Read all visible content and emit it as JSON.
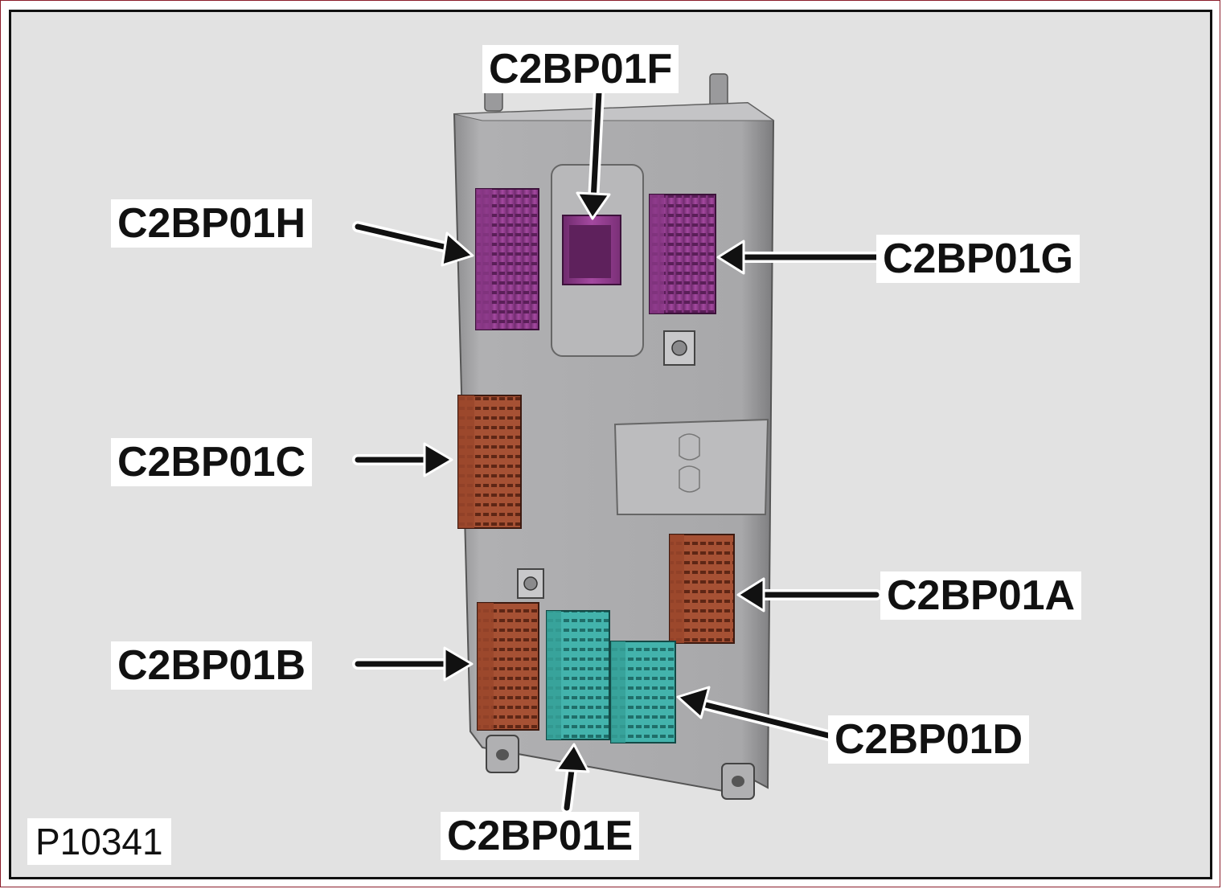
{
  "figure_id": "P10341",
  "labels": {
    "f": "C2BP01F",
    "h": "C2BP01H",
    "g": "C2BP01G",
    "c": "C2BP01C",
    "a": "C2BP01A",
    "b": "C2BP01B",
    "d": "C2BP01D",
    "e": "C2BP01E"
  },
  "colors": {
    "background": "#e2e2e2",
    "module_body": "#a9a9ab",
    "connector_purple": "#8f3a8c",
    "connector_brown": "#9c4a30",
    "connector_teal": "#3aa7a0",
    "frame_border": "#8a1c2a"
  }
}
